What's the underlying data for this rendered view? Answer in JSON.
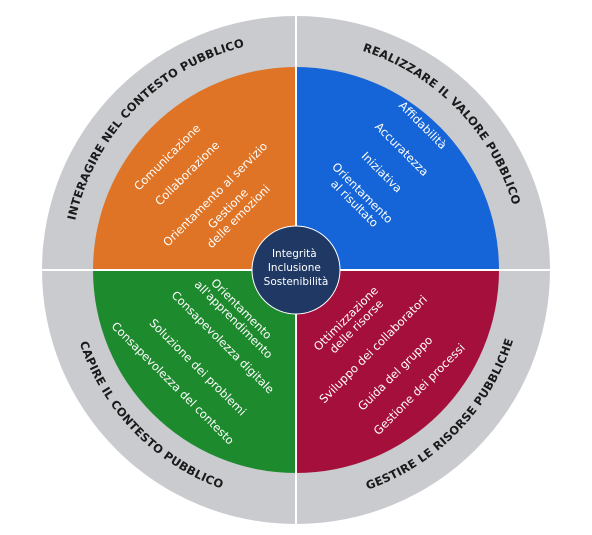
{
  "colors": {
    "outer_ring": "#c9cbcf",
    "divider": "#ffffff",
    "center": "#1f3864",
    "q_top_left": "#e07426",
    "q_top_right": "#1565d8",
    "q_bottom_left": "#1e8a2e",
    "q_bottom_right": "#a50f3c"
  },
  "ring_titles": {
    "top_left": "INTERAGIRE NEL CONTESTO PUBBLICO",
    "top_right": "REALIZZARE IL VALORE PUBBLICO",
    "bottom_left": "CAPIRE IL CONTESTO PUBBLICO",
    "bottom_right": "GESTIRE LE RISORSE PUBBLICHE"
  },
  "quadrants": {
    "top_left": {
      "items": [
        {
          "lines": [
            "Comunicazione"
          ]
        },
        {
          "lines": [
            "Collaborazione"
          ]
        },
        {
          "lines": [
            "Orientamento al servizio"
          ]
        },
        {
          "lines": [
            "Gestione",
            "delle emozioni"
          ]
        }
      ]
    },
    "top_right": {
      "items": [
        {
          "lines": [
            "Affidabilità"
          ]
        },
        {
          "lines": [
            "Accuratezza"
          ]
        },
        {
          "lines": [
            "Iniziativa"
          ]
        },
        {
          "lines": [
            "Orientamento",
            "al risultato"
          ]
        }
      ]
    },
    "bottom_left": {
      "items": [
        {
          "lines": [
            "Orientamento",
            "all'apprendimento"
          ]
        },
        {
          "lines": [
            "Consapevolezza digitale"
          ]
        },
        {
          "lines": [
            "Soluzione dei problemi"
          ]
        },
        {
          "lines": [
            "Consapevolezza del contesto"
          ]
        }
      ]
    },
    "bottom_right": {
      "items": [
        {
          "lines": [
            "Ottimizzazione",
            "delle risorse"
          ]
        },
        {
          "lines": [
            "Sviluppo dei collaboratori"
          ]
        },
        {
          "lines": [
            "Guida del gruppo"
          ]
        },
        {
          "lines": [
            "Gestione dei processi"
          ]
        }
      ]
    }
  },
  "center": {
    "lines": [
      "Integrità",
      "Inclusione",
      "Sostenibilità"
    ]
  }
}
